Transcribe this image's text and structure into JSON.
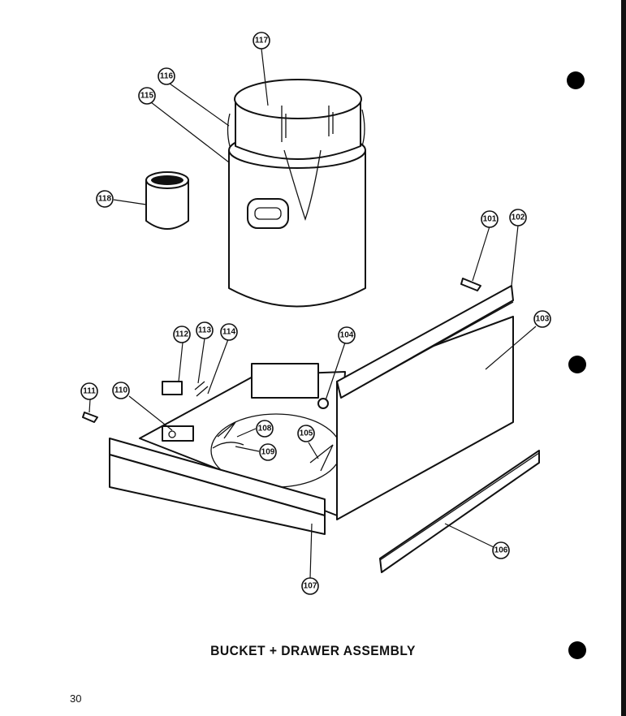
{
  "diagram": {
    "title": "BUCKET + DRAWER ASSEMBLY",
    "page_number": "30",
    "callouts": [
      "101",
      "102",
      "103",
      "104",
      "105",
      "106",
      "107",
      "108",
      "109",
      "110",
      "111",
      "112",
      "113",
      "114",
      "115",
      "116",
      "117",
      "118"
    ],
    "colors": {
      "ink": "#111111",
      "paper": "#ffffff"
    }
  }
}
